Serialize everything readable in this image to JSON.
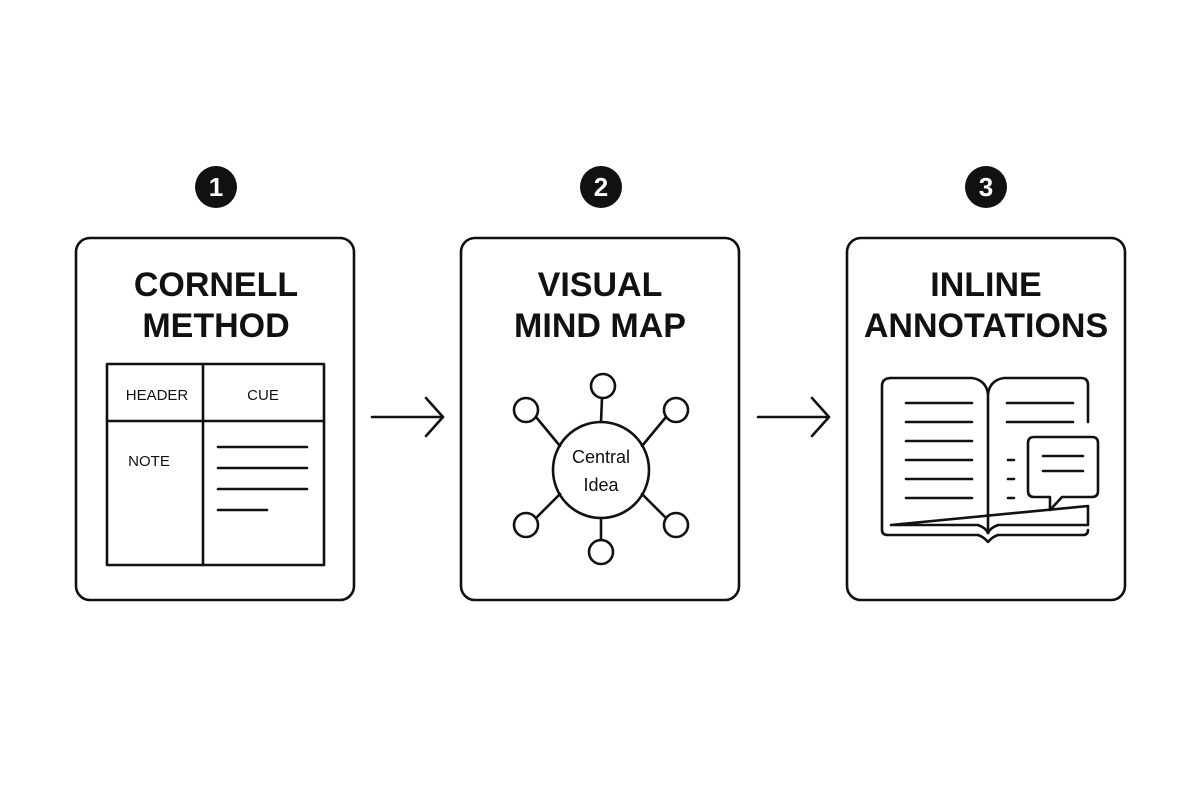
{
  "steps": [
    {
      "number": "1",
      "title_line1": "CORNELL",
      "title_line2": "METHOD",
      "table": {
        "header": "HEADER",
        "cue": "CUE",
        "note": "NOTE"
      }
    },
    {
      "number": "2",
      "title_line1": "VISUAL",
      "title_line2": "MIND MAP",
      "center_line1": "Central",
      "center_line2": "Idea"
    },
    {
      "number": "3",
      "title_line1": "INLINE",
      "title_line2": "ANNOTATIONS",
      "icon": "open-book-with-comment-icon"
    }
  ],
  "colors": {
    "ink": "#111111",
    "background": "#ffffff"
  }
}
